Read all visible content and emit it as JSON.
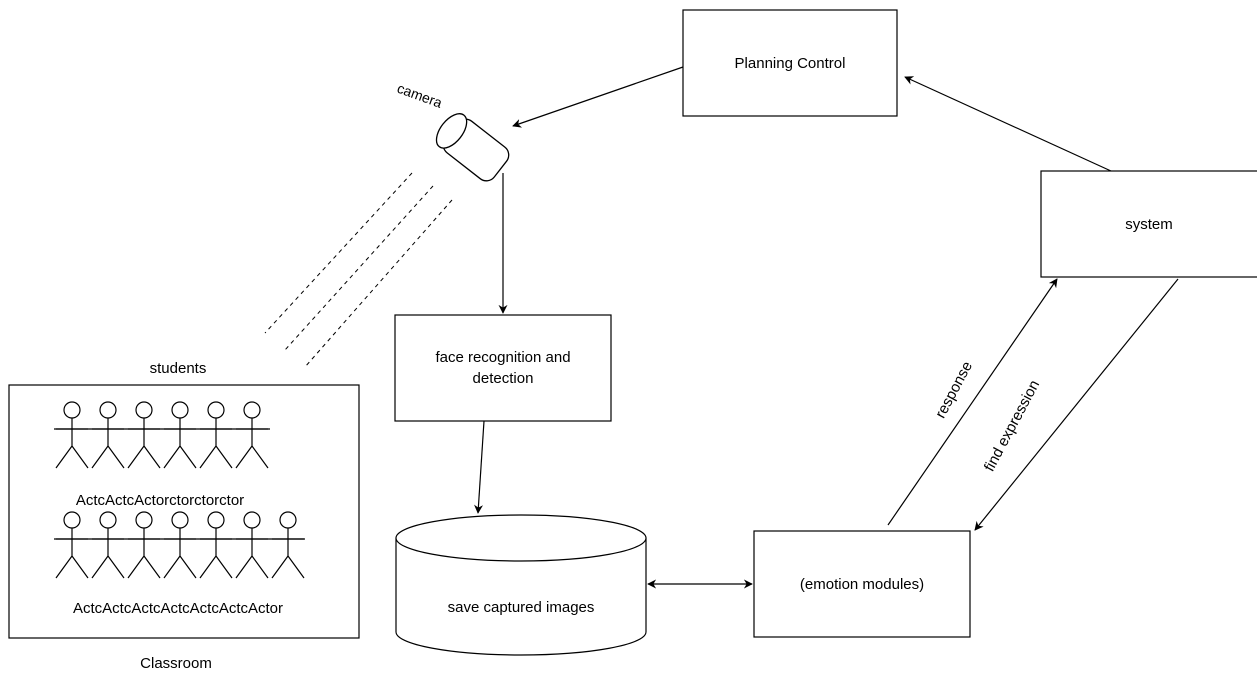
{
  "nodes": {
    "planning_control": "Planning Control",
    "system": "system",
    "camera": "camera",
    "face_recognition_line1": "face recognition and",
    "face_recognition_line2": "detection",
    "save_images": "save captured images",
    "emotion_modules": "(emotion modules)",
    "students": "students",
    "classroom": "Classroom"
  },
  "edges": {
    "response": "response",
    "find_expression": "find expression"
  },
  "actors": {
    "row1_caption": "ActcActcActorctorctorctor",
    "row2_caption": "ActcActcActcActcActcActcActor"
  },
  "colors": {
    "stroke": "#000000",
    "fill": "#ffffff"
  }
}
